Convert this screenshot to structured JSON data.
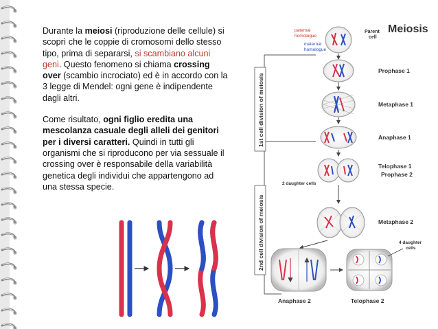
{
  "text": {
    "p1": {
      "s1": "Durante la ",
      "s2": "meiosi",
      "s3": " (riproduzione delle cellule) si scoprì che le coppie di cromosomi dello stesso tipo, prima di separarsi, ",
      "s4": "si scambiano alcuni geni",
      "s5": ". Questo fenomeno si chiama ",
      "s6": "crossing over",
      "s7": " (scambio incrociato) ed è in accordo con la 3 legge di Mendel: ogni gene è indipendente dagli altri."
    },
    "p2": {
      "s1": "Come risultato, ",
      "s2": "ogni figlio eredita una mescolanza casuale degli alleli dei genitori per i diversi caratteri.",
      "s3": " Quindi in  tutti gli organismi che si riproducono per via sessuale il crossing over è responsabile della variabilità genetica degli individui che appartengono ad una stessa specie."
    }
  },
  "diagram": {
    "title": "Meiosis",
    "labels": {
      "paternal": "paternal homologue",
      "maternal": "maternal homologue",
      "parent": "Parent cell",
      "prophase1": "Prophase 1",
      "metaphase1": "Metaphase 1",
      "anaphase1": "Anaphase 1",
      "telophase1": "Telophase 1",
      "prophase2": "Prophase 2",
      "two_daughter": "2 daughter cells",
      "metaphase2": "Metaphase 2",
      "four_daughter": "4 daughter cells",
      "anaphase2": "Anaphase 2",
      "telophase2": "Telophase 2",
      "division1": "1st cell division of meiosis",
      "division2": "2nd cell division of meiosis"
    }
  },
  "colors": {
    "paternal": "#2b4fc4",
    "maternal": "#d9324a",
    "highlight": "#c0392b"
  },
  "icons": [
    "spiral-binding",
    "chromosome-crossover-illustration",
    "meiosis-diagram"
  ]
}
